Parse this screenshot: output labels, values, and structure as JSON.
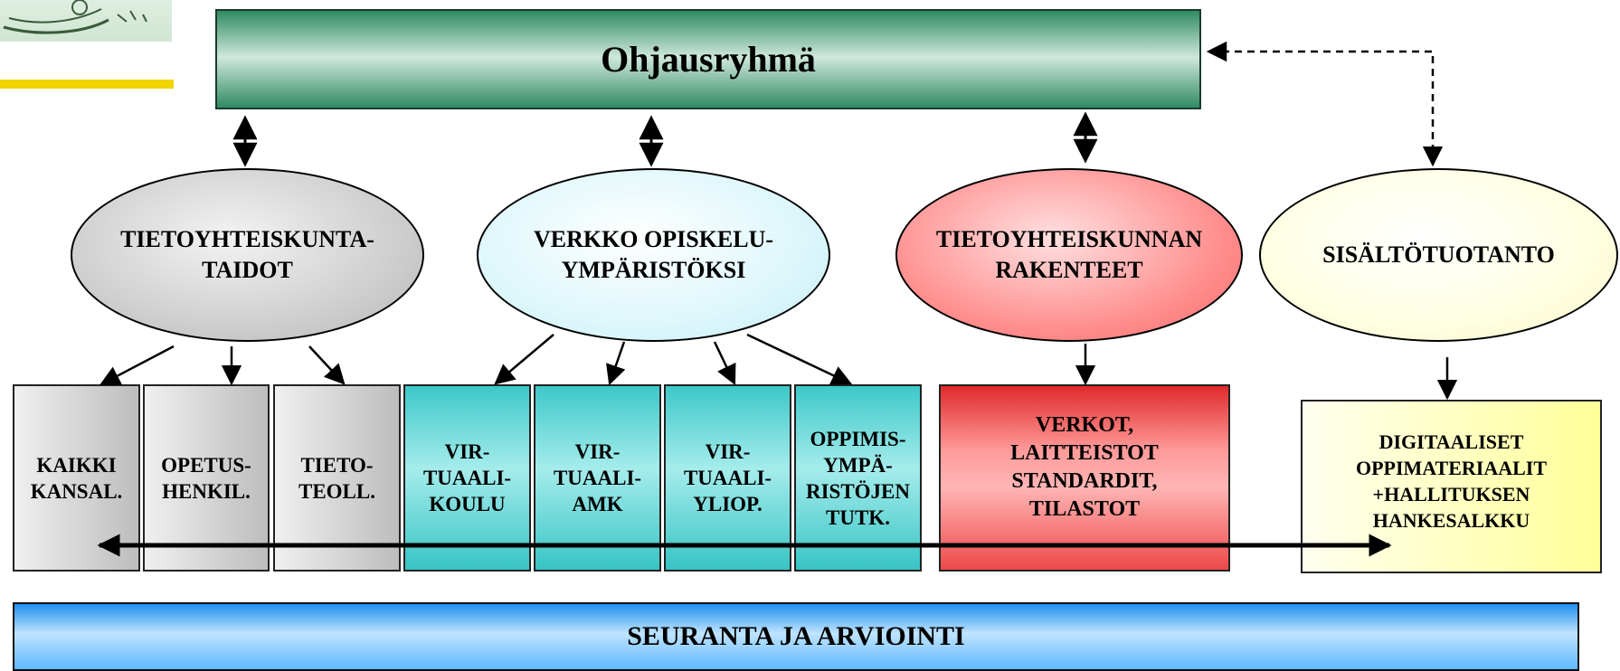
{
  "steering_group": {
    "label": "Ohjausryhmä"
  },
  "ellipses": [
    {
      "label": "TIETOYHTEISKUNTA-\nTAIDOT",
      "color": "#c9c9c9"
    },
    {
      "label": "VERKKO OPISKELU-\nYMPÄRISTÖKSI",
      "color": "#ddf7fb"
    },
    {
      "label": "TIETOYHTEISKUNNAN\nRAKENTEET",
      "color": "#ff8c8c"
    },
    {
      "label": "SISÄLTÖTUOTANTO",
      "color": "#ffffe2"
    }
  ],
  "boxes": [
    {
      "label": "KAIKKI\nKANSAL.",
      "color": "#bdbdbd"
    },
    {
      "label": "OPETUS-\nHENKIL.",
      "color": "#bdbdbd"
    },
    {
      "label": "TIETO-\nTEOLL.",
      "color": "#bdbdbd"
    },
    {
      "label": "VIR-\nTUAALI-\nKOULU",
      "color": "#3ec8c8"
    },
    {
      "label": "VIR-\nTUAALI-\nAMK",
      "color": "#3ec8c8"
    },
    {
      "label": "VIR-\nTUAALI-\nYLIOP.",
      "color": "#3ec8c8"
    },
    {
      "label": "OPPIMIS-\nYMPÄ-\nRISTÖJEN\nTUTK.",
      "color": "#3ec8c8"
    },
    {
      "label": "VERKOT,\nLAITTEISTOT\nSTANDARDIT,\nTILASTOT",
      "color": "#ff9a9a"
    },
    {
      "label": "DIGITAALISET\nOPPIMATERIAALIT\n+HALLITUKSEN\nHANKESALKKU",
      "color": "#ffff99"
    }
  ],
  "footer": {
    "label": "SEURANTA JA ARVIOINTI",
    "color": "#1d8ef0"
  }
}
